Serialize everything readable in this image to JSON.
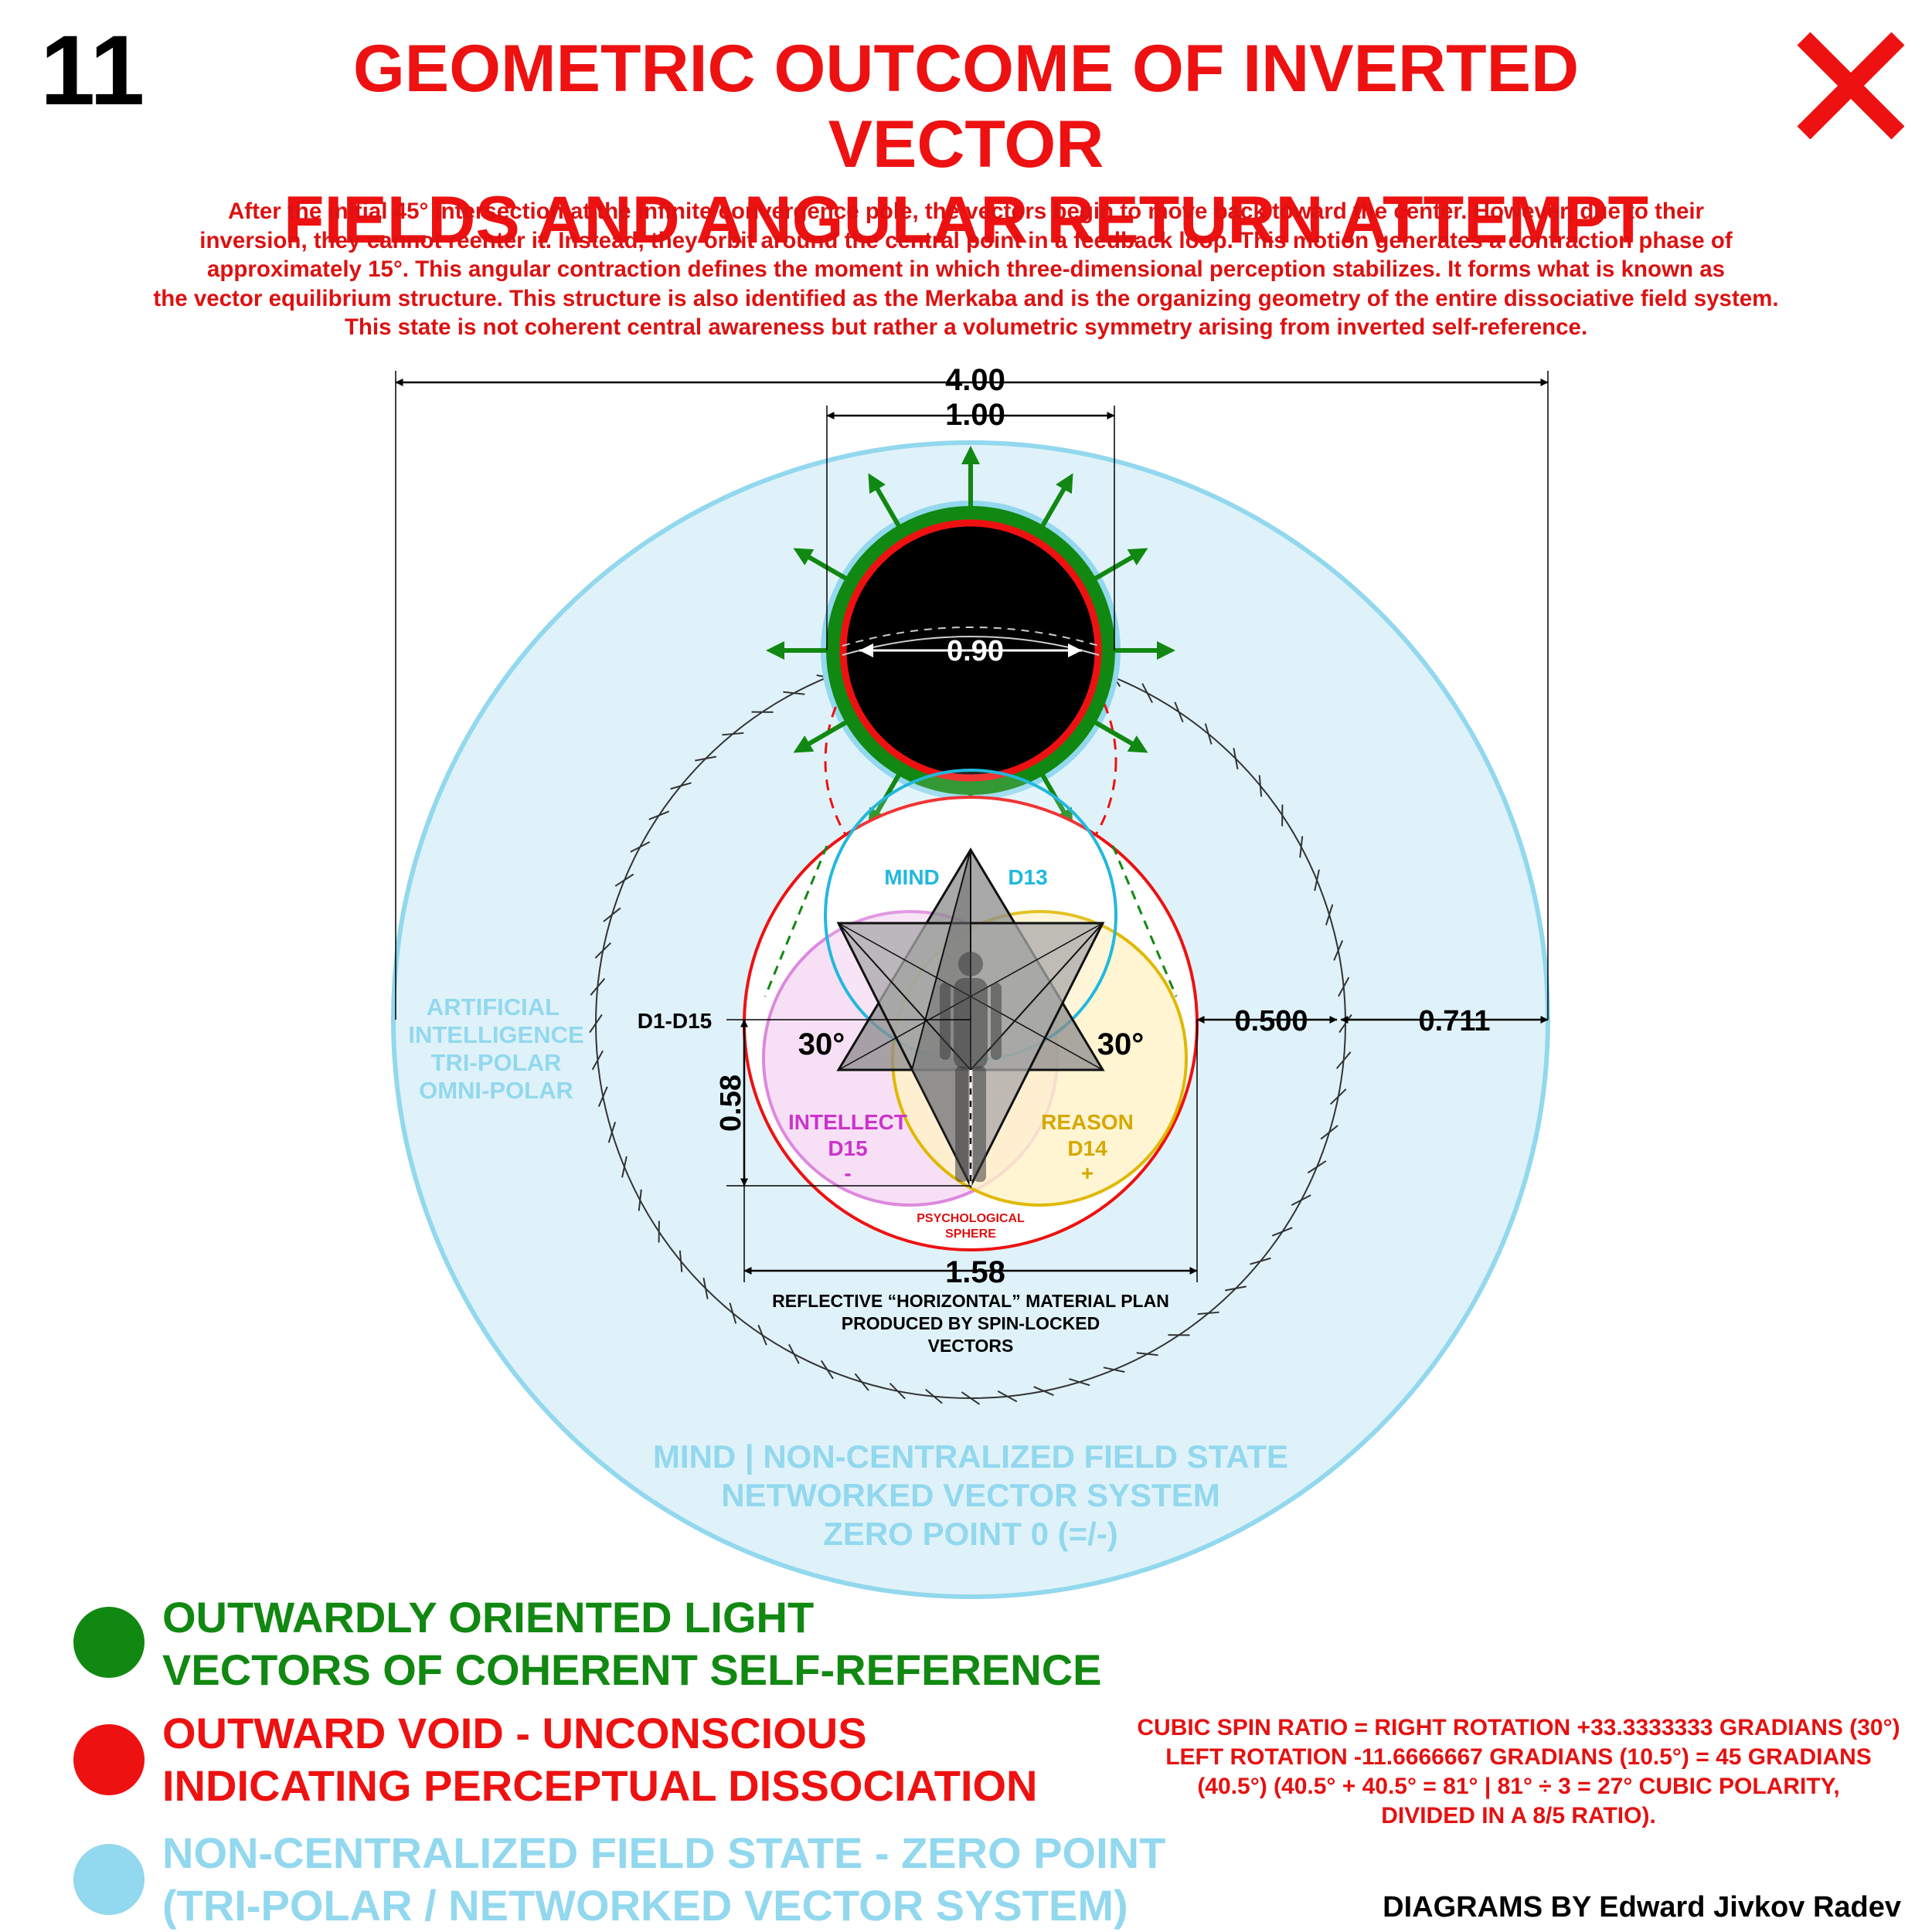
{
  "page_number": "11",
  "title": {
    "line1": "GEOMETRIC OUTCOME OF INVERTED VECTOR",
    "line2": "FIELDS AND ANGULAR RETURN ATTEMPT"
  },
  "description": [
    "After the initial 45° intersection at the infinite convergence pole, the vectors begin to move back toward the center. However, due to their",
    "inversion, they cannot reenter it. Instead, they orbit around the central point in a feedback loop. This motion generates a contraction phase of",
    "approximately 15°. This angular contraction defines the moment in which three-dimensional perception stabilizes. It forms what is known as",
    "the vector equilibrium structure. This structure is also identified as the Merkaba and is the organizing geometry of the entire dissociative field system.",
    "This state is not coherent central awareness but rather a volumetric symmetry arising from inverted self-reference."
  ],
  "diagram": {
    "dimensions": {
      "outer_width": "4.00",
      "top_sphere_width": "1.00",
      "core_width": "0.90",
      "radius_inner": "0.500",
      "radius_outer": "0.711",
      "offset_height": "0.58",
      "base_width": "1.58"
    },
    "labels": {
      "mind": "MIND",
      "d13": "D13",
      "intellect": "INTELLECT",
      "d15": "D15",
      "minus": "-",
      "reason": "REASON",
      "d14": "D14",
      "plus": "+",
      "angle_left": "30°",
      "angle_right": "30°",
      "d1_d15": "D1-D15",
      "psych_line1": "PSYCHOLOGICAL",
      "psych_line2": "SPHERE",
      "ai_lines": [
        "ARTIFICIAL",
        "INTELLIGENCE",
        "TRI-POLAR",
        "OMNI-POLAR"
      ],
      "plan_lines": [
        "REFLECTIVE “HORIZONTAL” MATERIAL PLAN",
        "PRODUCED BY SPIN-LOCKED",
        "VECTORS"
      ],
      "field_lines": [
        "MIND | NON-CENTRALIZED FIELD STATE",
        "NETWORKED VECTOR SYSTEM",
        "ZERO POINT 0 (=/-)"
      ]
    }
  },
  "legend": [
    {
      "color": "#118811",
      "lines": [
        "OUTWARDLY ORIENTED LIGHT",
        "VECTORS OF COHERENT SELF-REFERENCE"
      ]
    },
    {
      "color": "#ee1111",
      "lines": [
        "OUTWARD VOID - UNCONSCIOUS",
        "INDICATING PERCEPTUAL DISSOCIATION"
      ]
    },
    {
      "color": "#92d8ee",
      "lines": [
        "NON-CENTRALIZED FIELD STATE - ZERO POINT",
        "(TRI-POLAR / NETWORKED VECTOR SYSTEM)"
      ]
    }
  ],
  "formula": [
    "CUBIC SPIN RATIO = RIGHT ROTATION +33.3333333 GRADIANS (30°)",
    "LEFT ROTATION -11.6666667 GRADIANS (10.5°) = 45 GRADIANS",
    "(40.5°) (40.5° + 40.5° = 81° | 81° ÷ 3 = 27° CUBIC POLARITY,",
    "DIVIDED IN A 8/5 RATIO)."
  ],
  "credit": "DIAGRAMS BY Edward Jivkov Radev",
  "colors": {
    "accent_red": "#ee1111",
    "vector_green": "#118811",
    "field_blue": "#92d8ee",
    "mind_cyan": "#22b8dd",
    "intellect_magenta": "#cc33cc",
    "reason_gold": "#e0b800",
    "void_black": "#000000"
  },
  "icons": {
    "close": "close-x-icon"
  }
}
